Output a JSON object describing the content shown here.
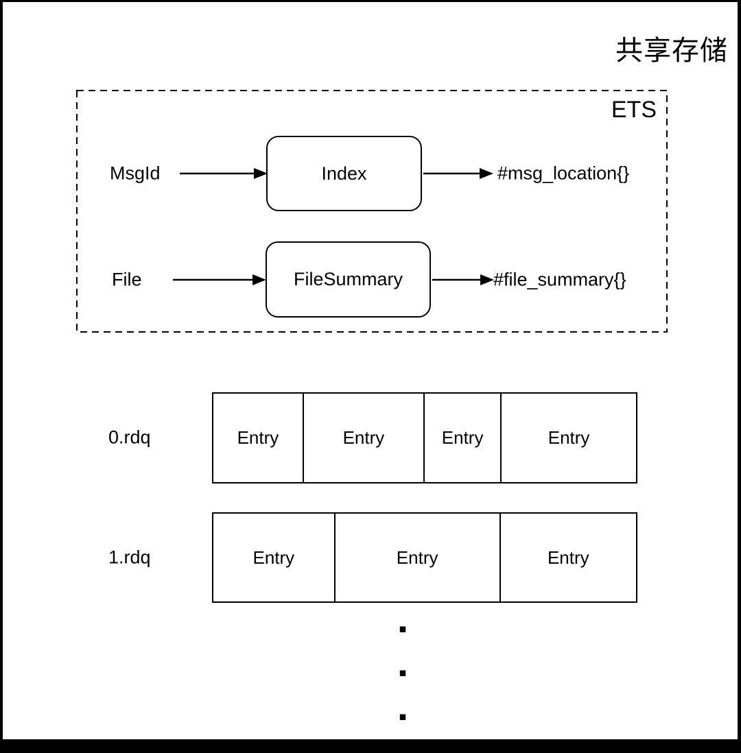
{
  "title": "共享存储",
  "ets": {
    "label": "ETS",
    "mappings": [
      {
        "input": "MsgId",
        "table": "Index",
        "output": "#msg_location{}"
      },
      {
        "input": "File",
        "table": "FileSummary",
        "output": "#file_summary{}"
      }
    ]
  },
  "queues": [
    {
      "label": "0.rdq",
      "entries": [
        "Entry",
        "Entry",
        "Entry",
        "Entry"
      ]
    },
    {
      "label": "1.rdq",
      "entries": [
        "Entry",
        "Entry",
        "Entry"
      ]
    }
  ],
  "ellipsis": {
    "dots": [
      "▪",
      "▪",
      "▪"
    ]
  },
  "colors": {
    "ink": "#000000",
    "background": "#ffffff"
  }
}
